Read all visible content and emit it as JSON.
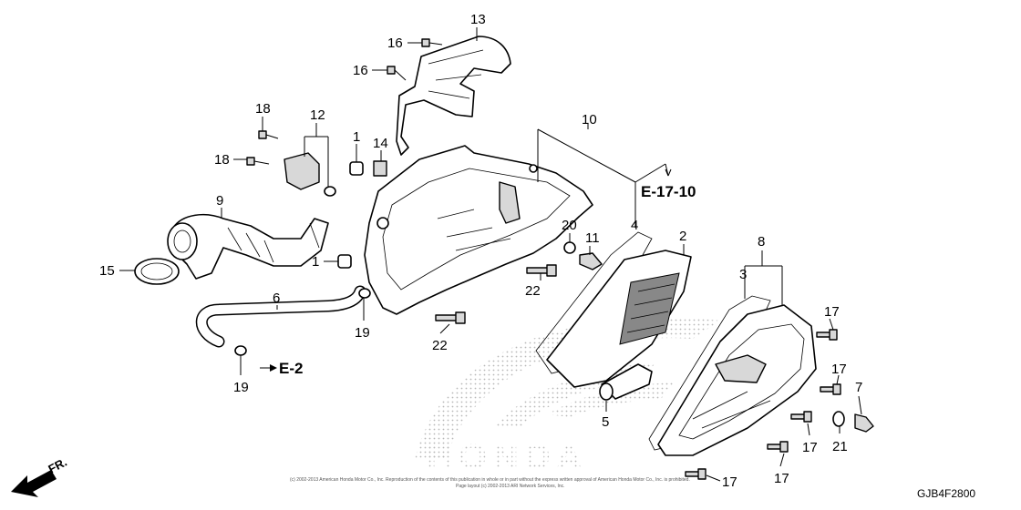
{
  "labels": {
    "n1a": "1",
    "n1b": "1",
    "n2": "2",
    "n3": "3",
    "n4": "4",
    "n5": "5",
    "n6": "6",
    "n7": "7",
    "n8": "8",
    "n9": "9",
    "n10": "10",
    "n11": "11",
    "n12": "12",
    "n13": "13",
    "n14": "14",
    "n15": "15",
    "n16a": "16",
    "n16b": "16",
    "n17a": "17",
    "n17b": "17",
    "n17c": "17",
    "n17d": "17",
    "n17e": "17",
    "n18a": "18",
    "n18b": "18",
    "n19a": "19",
    "n19b": "19",
    "n20": "20",
    "n21": "21",
    "n22a": "22",
    "n22b": "22"
  },
  "refs": {
    "e17": "E-17-10",
    "e2": "E-2",
    "front": "FR."
  },
  "watermark": {
    "brand": "HONDA"
  },
  "footer": {
    "code": "GJB4F2800",
    "copyright_line1": "(c) 2002-2013 American Honda Motor Co., Inc. Reproduction of the contents of this publication in whole or in part without the express written approval of American Honda Motor Co., Inc. is prohibited.",
    "copyright_line2": "Page layout (c) 2002-2013 ARI Network Services, Inc."
  }
}
